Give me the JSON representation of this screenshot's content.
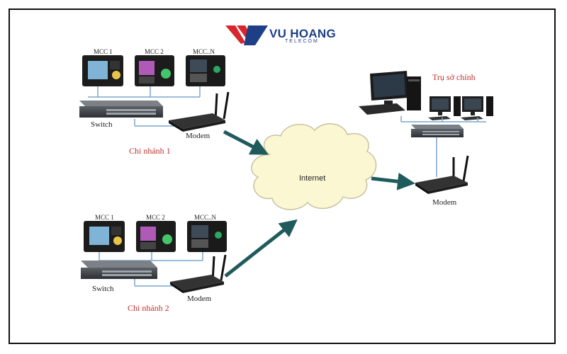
{
  "logo": {
    "name": "VU HOANG",
    "sub": "TELECOM"
  },
  "colors": {
    "logo_red": "#d8262c",
    "logo_blue": "#1e3f86",
    "arrow": "#1f5a5c",
    "cloud": "#fbf7d2",
    "branch_label": "#c0302c"
  },
  "branch1": {
    "devices": [
      "MCC 1",
      "MCC 2",
      "MCC..N"
    ],
    "switch_label": "Switch",
    "modem_label": "Modem",
    "name": "Chi nhánh 1"
  },
  "branch2": {
    "devices": [
      "MCC 1",
      "MCC 2",
      "MCC..N"
    ],
    "switch_label": "Switch",
    "modem_label": "Modem",
    "name": "Chi nhánh 2"
  },
  "cloud_label": "Internet",
  "hq": {
    "name": "Trụ sở chính",
    "modem_label": "Modem"
  },
  "icons": [
    "attendance-machine-icon",
    "switch-icon",
    "router-icon",
    "desktop-computer-icon",
    "cloud-icon",
    "arrow-icon"
  ]
}
